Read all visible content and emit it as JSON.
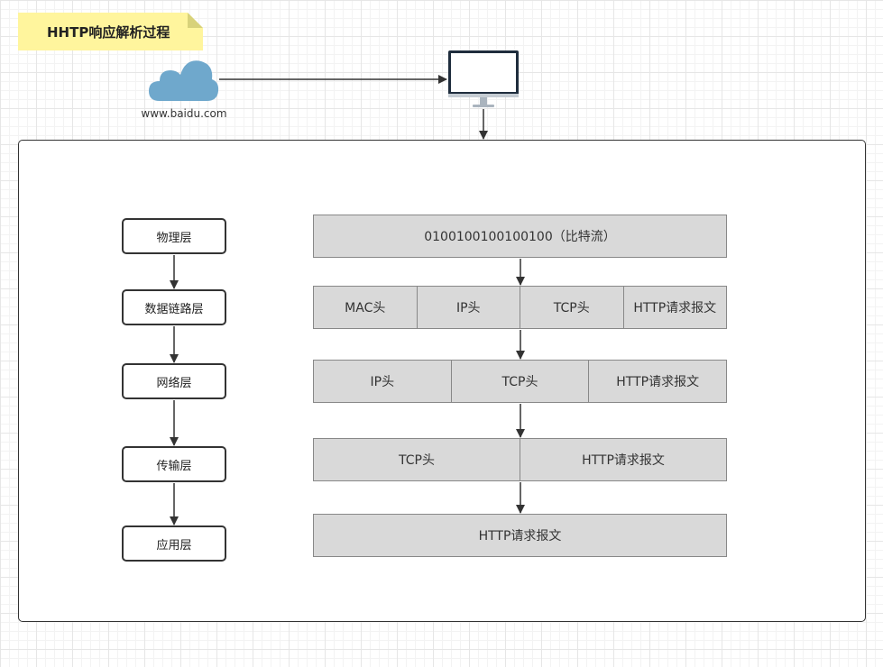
{
  "title_note": "HHTP响应解析过程",
  "cloud_label": "www.baidu.com",
  "layers": [
    "物理层",
    "数据链路层",
    "网络层",
    "传输层",
    "应用层"
  ],
  "packets": [
    [
      "0100100100100100（比特流）"
    ],
    [
      "MAC头",
      "IP头",
      "TCP头",
      "HTTP请求报文"
    ],
    [
      "IP头",
      "TCP头",
      "HTTP请求报文"
    ],
    [
      "TCP头",
      "HTTP请求报文"
    ],
    [
      "HTTP请求报文"
    ]
  ],
  "colors": {
    "note": "#fff59d",
    "cloud": "#6fa8cc",
    "packet_fill": "#d9d9d9",
    "packet_border": "#888888",
    "stroke": "#333333"
  }
}
